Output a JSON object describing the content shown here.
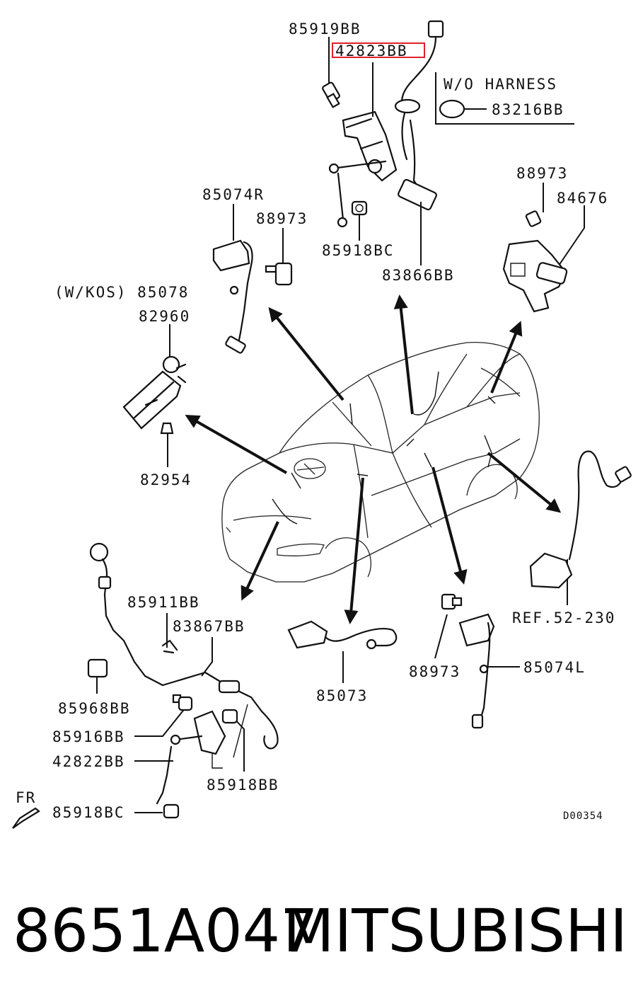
{
  "callouts": {
    "c85919BB": "85919BB",
    "c42823BB": "42823BB",
    "wo_harness": "W/O  HARNESS",
    "c83216BB": "83216BB",
    "c88973_tr": "88973",
    "c84676": "84676",
    "c85074R": "85074R",
    "c88973_tl": "88973",
    "c85918BC_top": "85918BC",
    "c83866BB": "83866BB",
    "wkos_85078": "(W/KOS) 85078",
    "c82960": "82960",
    "c82954": "82954",
    "c85911BB": "85911BB",
    "c83867BB": "83867BB",
    "c85968BB": "85968BB",
    "c85916BB": "85916BB",
    "c42822BB": "42822BB",
    "c85918BB": "85918BB",
    "c85918BC_bot": "85918BC",
    "c85073": "85073",
    "c88973_br": "88973",
    "c85074L": "85074L",
    "ref": "REF.52-230",
    "fr": "FR",
    "diagram_code": "D00354"
  },
  "highlight_color": "#e0202a",
  "footer": {
    "part_number": "8651A047",
    "brand": "MITSUBISHI"
  }
}
